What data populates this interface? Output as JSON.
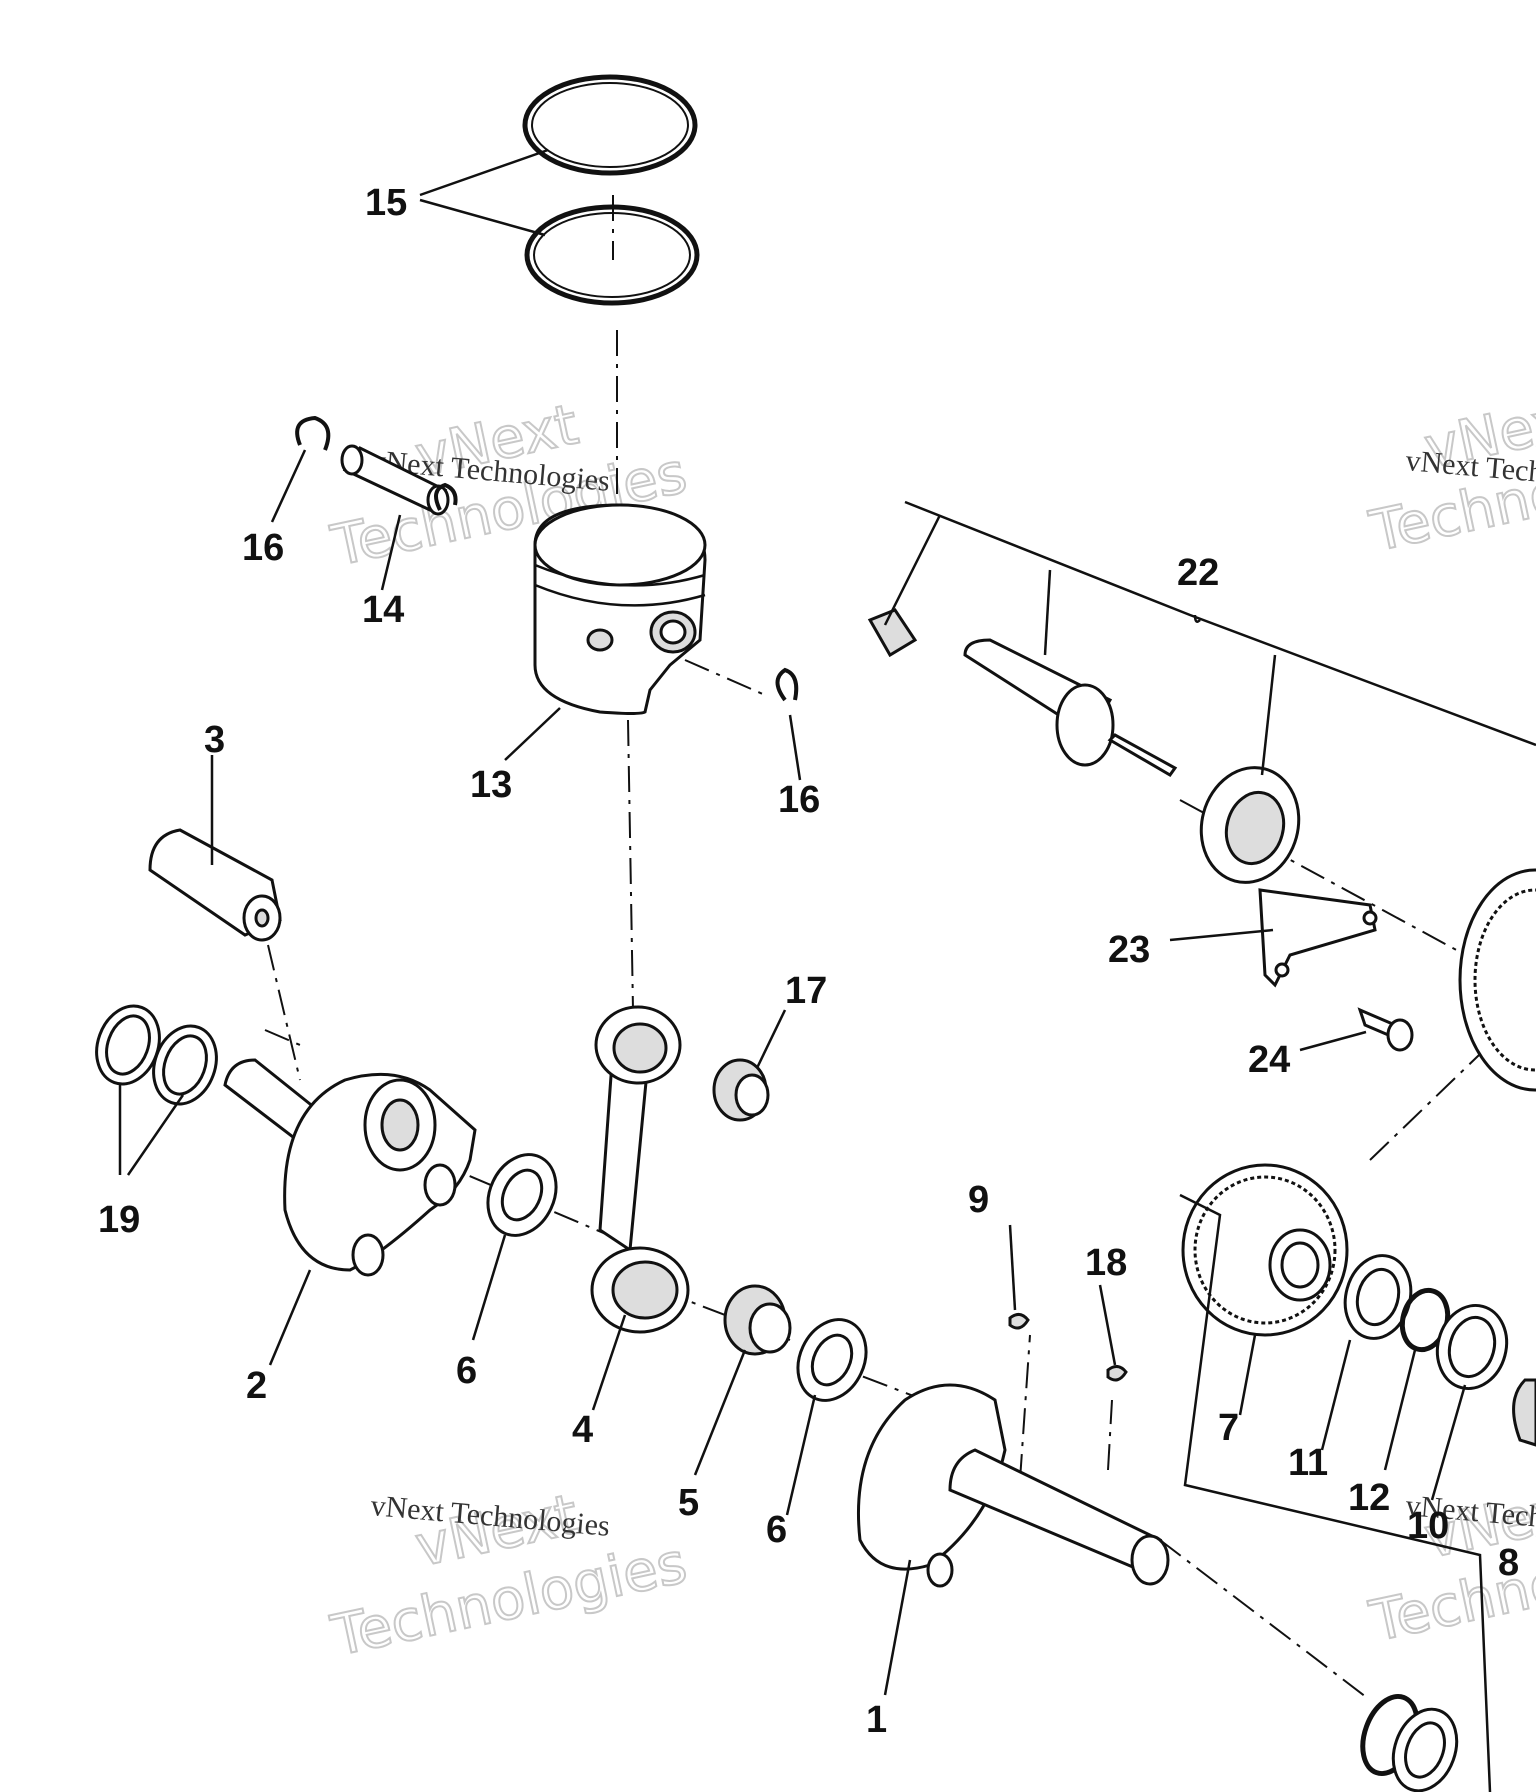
{
  "callouts": {
    "c1": "1",
    "c2": "2",
    "c3": "3",
    "c4": "4",
    "c5": "5",
    "c6a": "6",
    "c6b": "6",
    "c7": "7",
    "c8": "8",
    "c9": "9",
    "c10": "10",
    "c11": "11",
    "c12": "12",
    "c13": "13",
    "c14": "14",
    "c15": "15",
    "c16a": "16",
    "c16b": "16",
    "c17": "17",
    "c18": "18",
    "c19": "19",
    "c22": "22",
    "c23": "23",
    "c24": "24"
  },
  "watermark": {
    "line": "vNext Technologies",
    "brand_top": "vNext",
    "brand_bottom": "Technologies"
  }
}
